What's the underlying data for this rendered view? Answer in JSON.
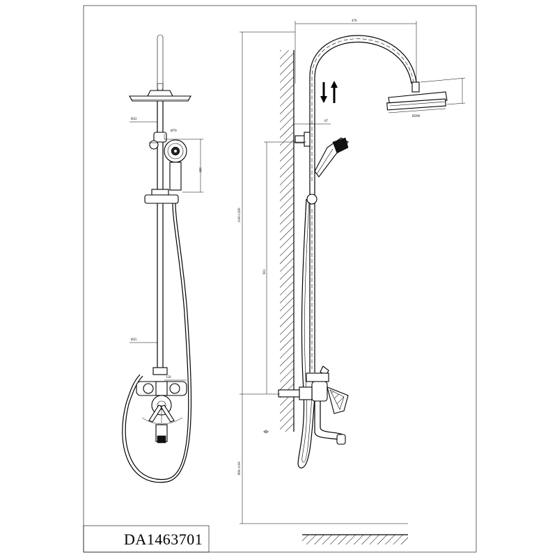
{
  "drawing": {
    "model_number": "DA1463701",
    "front_view": {
      "dim_pipe_diameter": "Ø22",
      "dim_handshower_diameter": "Ø70",
      "dim_handshower_height": "180",
      "dim_lower_pipe_diameter": "Ø25",
      "dim_mixer_center": "150"
    },
    "side_view": {
      "dim_arm_reach": "470",
      "dim_head_diameter": "Ø200",
      "dim_head_height": "",
      "dim_wall_offset": "67",
      "dim_total_height": "1100-1200",
      "dim_slide_height": "901",
      "dim_floor_height": "800-1100"
    }
  }
}
